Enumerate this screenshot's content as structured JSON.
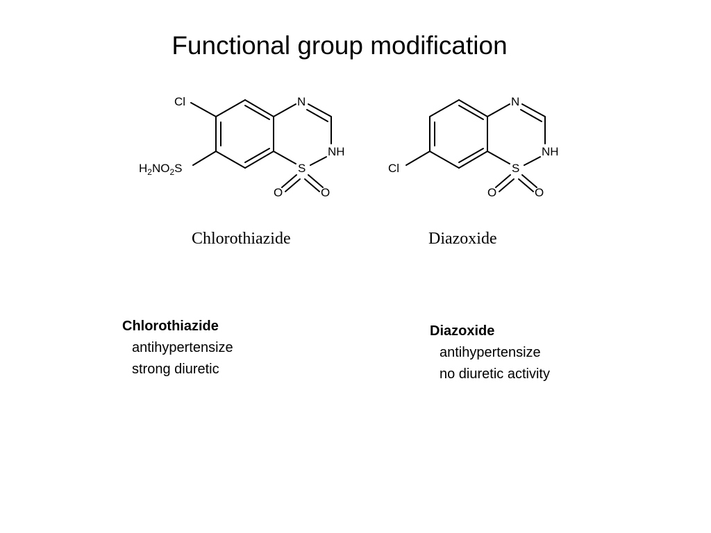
{
  "title": "Functional group modification",
  "compounds": [
    {
      "name": "Chlorothiazide",
      "atoms": {
        "cl": "Cl",
        "n": "N",
        "nh": "NH",
        "s": "S",
        "o_left": "O",
        "o_right": "O",
        "sulfonamide": {
          "h": "H",
          "h_sub": "2",
          "no": "NO",
          "o_sub": "2",
          "s": "S"
        }
      },
      "description": {
        "heading": "Chlorothiazide",
        "lines": [
          "antihypertensize",
          "strong diuretic"
        ]
      }
    },
    {
      "name": "Diazoxide",
      "atoms": {
        "cl": "Cl",
        "n": "N",
        "nh": "NH",
        "s": "S",
        "o_left": "O",
        "o_right": "O"
      },
      "description": {
        "heading": "Diazoxide",
        "lines": [
          "antihypertensize",
          "no diuretic activity"
        ]
      }
    }
  ]
}
